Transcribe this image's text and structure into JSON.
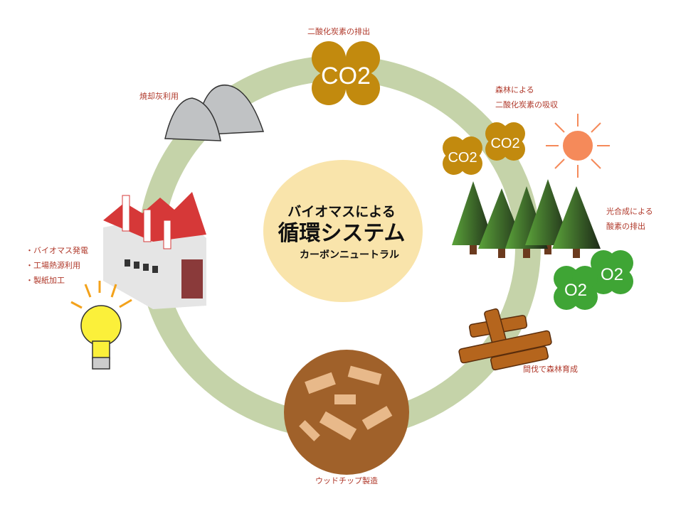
{
  "center": {
    "line1": "バイオマスによる",
    "line2": "循環システム",
    "line3": "カーボンニュートラル"
  },
  "labels": {
    "co2_emission": "二酸化炭素の排出",
    "forest_absorb_1": "森林による",
    "forest_absorb_2": "二酸化炭素の吸収",
    "photo_1": "光合成による",
    "photo_2": "酸素の排出",
    "thinning": "間伐で森林育成",
    "woodchip": "ウッドチップ製造",
    "ash": "焼却灰利用",
    "uses": [
      "・バイオマス発電",
      "・工場熱源利用",
      "・製紙加工"
    ]
  },
  "badges": {
    "co2": "CO2",
    "o2": "O2"
  },
  "colors": {
    "ring": "#c5d3a9",
    "center": "#f9e4ab",
    "co2": "#c28a0e",
    "o2": "#3fa535",
    "text": "#b0392b"
  }
}
